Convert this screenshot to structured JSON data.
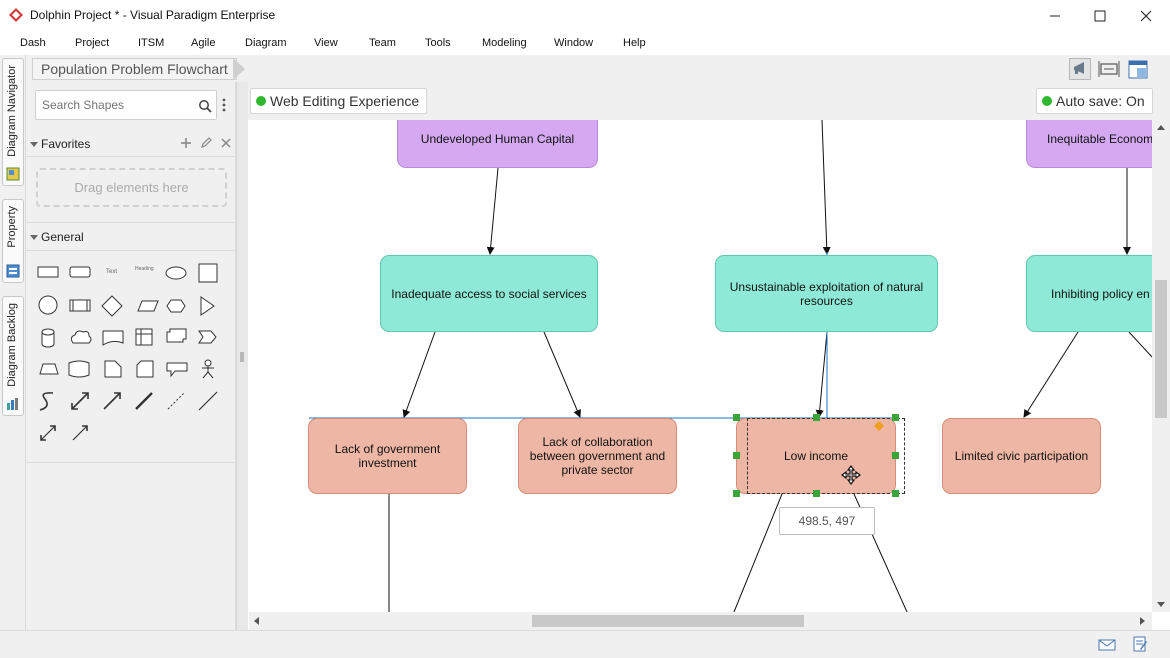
{
  "window": {
    "title": "Dolphin Project * - Visual Paradigm Enterprise",
    "minimize": "—",
    "maximize": "☐",
    "close": "✕"
  },
  "menu": [
    "Dash",
    "Project",
    "ITSM",
    "Agile",
    "Diagram",
    "View",
    "Team",
    "Tools",
    "Modeling",
    "Window",
    "Help"
  ],
  "side_tabs": {
    "navigator": "Diagram Navigator",
    "property": "Property",
    "backlog": "Diagram Backlog"
  },
  "breadcrumb": "Population Problem Flowchart",
  "search": {
    "placeholder": "Search Shapes"
  },
  "favorites": {
    "label": "Favorites",
    "drop_hint": "Drag elements here"
  },
  "general": {
    "label": "General",
    "shape_text": "Text",
    "shape_heading": "Heading"
  },
  "editor": {
    "web_editing": "Web Editing Experience",
    "autosave": "Auto save: On"
  },
  "diagram": {
    "nodes": {
      "undeveloped": "Undeveloped Human Capital",
      "inequitable": "Inequitable Econom",
      "inadequate": "Inadequate access to social services",
      "unsustainable": "Unsustainable exploitation of natural resources",
      "inhibiting": "Inhibiting policy en",
      "lack_gov": "Lack of government investment",
      "lack_collab": "Lack of collaboration between government and private sector",
      "low_income": "Low income",
      "limited_civic": "Limited civic participation"
    },
    "coordinate_tooltip": "498.5, 497"
  },
  "colors": {
    "purple": "#d4a9f2",
    "teal": "#8eead6",
    "salmon": "#eeb7a5",
    "selection": "#3aa63a",
    "guide": "#1a73c9"
  }
}
